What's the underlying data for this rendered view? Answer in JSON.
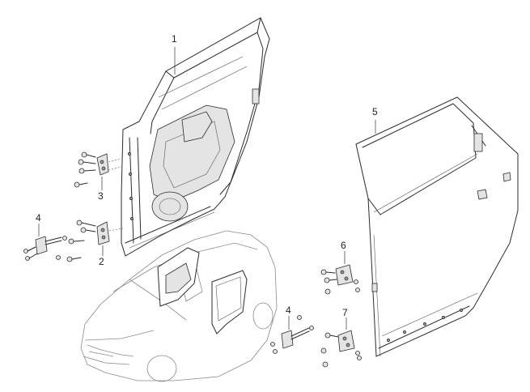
{
  "callouts": {
    "c1": "1",
    "c2": "2",
    "c3": "3",
    "c4a": "4",
    "c4b": "4",
    "c5": "5",
    "c6": "6",
    "c7": "7"
  }
}
